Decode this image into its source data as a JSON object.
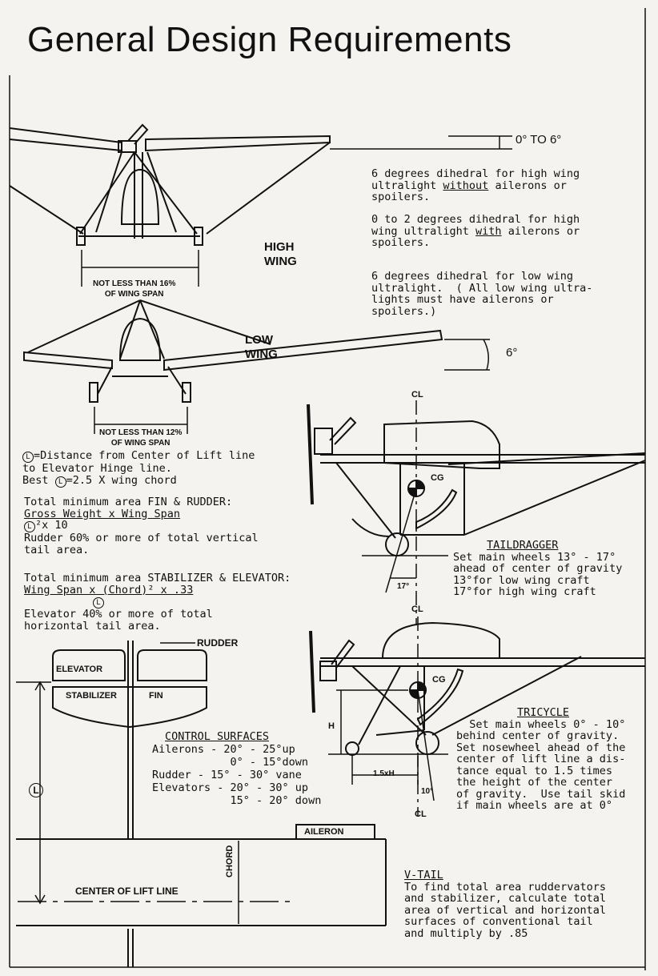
{
  "title": "General Design Requirements",
  "diagrams": {
    "high_wing_label": [
      "HIGH",
      "WING"
    ],
    "low_wing_label": [
      "LOW",
      "WING"
    ],
    "dihedral_high": "0° TO 6°",
    "dihedral_low": "6°",
    "track_high": [
      "NOT LESS THAN 16%",
      "OF WING SPAN"
    ],
    "track_low": [
      "NOT LESS THAN 12%",
      "OF WING SPAN"
    ],
    "cl_symbol": "CL",
    "cg": "CG",
    "taildragger_angle": "17°",
    "tricycle_h": "H",
    "tricycle_base": "1.5xH",
    "tricycle_angle": "10°",
    "rudder": "RUDDER",
    "elevator": "ELEVATOR",
    "stabilizer": "STABILIZER",
    "fin": "FIN",
    "aileron": "AILERON",
    "chord": "CHORD",
    "center_of_lift_line": "CENTER OF LIFT LINE",
    "l_symbol": "L"
  },
  "notes": {
    "dihedral_1": [
      "6 degrees dihedral for high wing",
      "ultralight ",
      "without",
      " ailerons or",
      "spoilers."
    ],
    "dihedral_2": [
      "0 to 2 degrees dihedral for high",
      "wing ultralight ",
      "with",
      " ailerons or",
      "spoilers."
    ],
    "dihedral_3": [
      "6 degrees dihedral for low wing",
      "ultralight.  ( All low wing ultra-",
      "lights must have ailerons or",
      "spoilers.)"
    ],
    "l_def": [
      "=Distance from Center of Lift line",
      "to Elevator Hinge line.",
      "Best ",
      "=2.5 X wing chord"
    ],
    "fin_rudder": [
      "Total minimum area FIN & RUDDER:",
      "Gross Weight x Wing Span",
      "²x 10",
      "Rudder 60% or more of total vertical",
      "tail area."
    ],
    "stab_elev": [
      "Total minimum area STABILIZER & ELEVATOR:",
      "Wing Span x (Chord)² x .33",
      "Elevator 40% or more of total",
      "horizontal tail area."
    ],
    "taildragger": [
      "TAILDRAGGER",
      "Set main wheels 13° - 17°",
      "ahead of center of gravity",
      "13°for low wing craft",
      "17°for high wing craft"
    ],
    "tricycle": [
      "TRICYCLE",
      "  Set main wheels 0° - 10°",
      "behind center of gravity.",
      "Set nosewheel ahead of the",
      "center of lift line a dis-",
      "tance equal to 1.5 times",
      "the height of the center",
      "of gravity.  Use tail skid",
      "if main wheels are at 0°"
    ],
    "control": [
      "CONTROL SURFACES",
      "Ailerons - 20° - 25°up",
      "            0° - 15°down",
      "Rudder - 15° - 30° vane",
      "Elevators - 20° - 30° up",
      "            15° - 20° down"
    ],
    "vtail": [
      "V-TAIL",
      "To find total area ruddervators",
      "and stabilizer, calculate total",
      "area of vertical and horizontal",
      "surfaces of conventional tail",
      "and multiply by .85"
    ]
  }
}
